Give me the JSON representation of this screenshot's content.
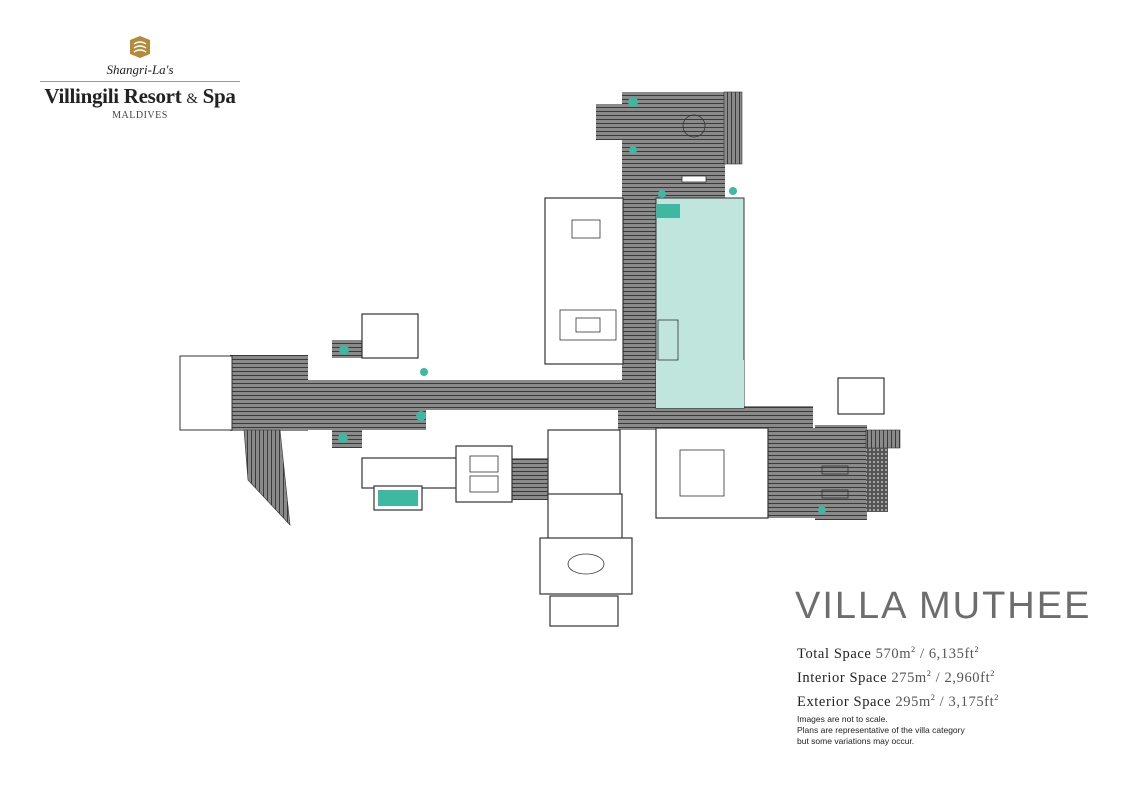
{
  "brand": {
    "line1": "Shangri-La's",
    "line2": "Villingili Resort",
    "amp": "&",
    "line2_end": "Spa",
    "line3": "MALDIVES",
    "logo_color": "#b58a3a"
  },
  "title": "VILLA MUTHEE",
  "spaces": [
    {
      "label": "Total Space",
      "m2": "570m",
      "ft2": "6,135ft"
    },
    {
      "label": "Interior Space",
      "m2": "275m",
      "ft2": "2,960ft"
    },
    {
      "label": "Exterior Space",
      "m2": "295m",
      "ft2": "3,175ft"
    }
  ],
  "sup": "2",
  "separator": "/",
  "notes": [
    "Images are not to scale.",
    "Plans are representative of the villa category",
    "but some variations may occur."
  ],
  "colors": {
    "deck": "#7a7a7a",
    "pool": "#bfe5dc",
    "plant": "#3fb8a2",
    "wall": "#333333"
  }
}
